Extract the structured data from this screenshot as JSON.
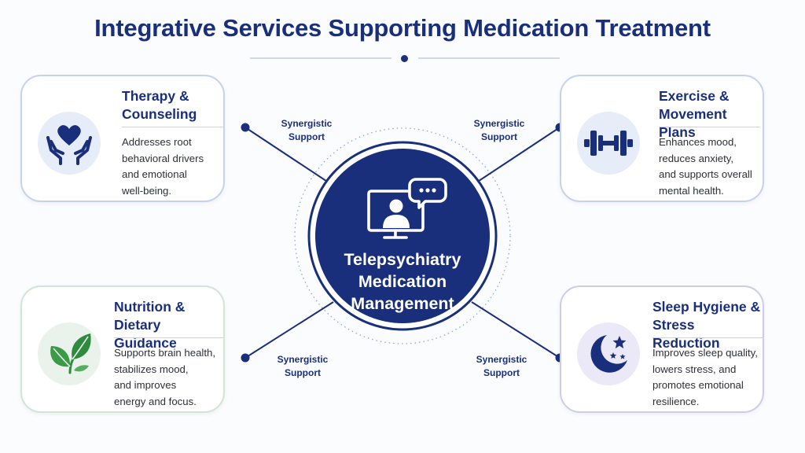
{
  "title": "Integrative Services Supporting Medication Treatment",
  "center": {
    "label": "Telepsychiatry\nMedication\nManagement",
    "icon": "monitor-person-chat-icon"
  },
  "links": {
    "top_left": "Synergistic\nSupport",
    "top_right": "Synergistic\nSupport",
    "bottom_left": "Synergistic\nSupport",
    "bottom_right": "Synergistic\nSupport"
  },
  "cards": {
    "therapy": {
      "title": "Therapy &\nCounseling",
      "description": "Addresses root\nbehavioral drivers\nand emotional\nwell-being.",
      "icon": "hands-heart-icon"
    },
    "exercise": {
      "title": "Exercise &\nMovement Plans",
      "description": "Enhances mood,\nreduces anxiety,\nand supports overall\nmental health.",
      "icon": "dumbbell-icon"
    },
    "nutrition": {
      "title": "Nutrition &\nDietary Guidance",
      "description": "Supports brain health,\nstabilizes mood,\nand improves\nenergy and focus.",
      "icon": "leaf-icon"
    },
    "sleep": {
      "title": "Sleep Hygiene &\nStress Reduction",
      "description": "Improves sleep quality,\nlowers stress, and\npromotes emotional\nresilience.",
      "icon": "moon-stars-icon"
    }
  },
  "colors": {
    "navy": "#1a2f7c",
    "card_border_blue": "#c5d2ec",
    "card_border_green": "#cfe6d4",
    "card_border_purple": "#cfcbe8",
    "leaf_green": "#2e8b3e"
  }
}
